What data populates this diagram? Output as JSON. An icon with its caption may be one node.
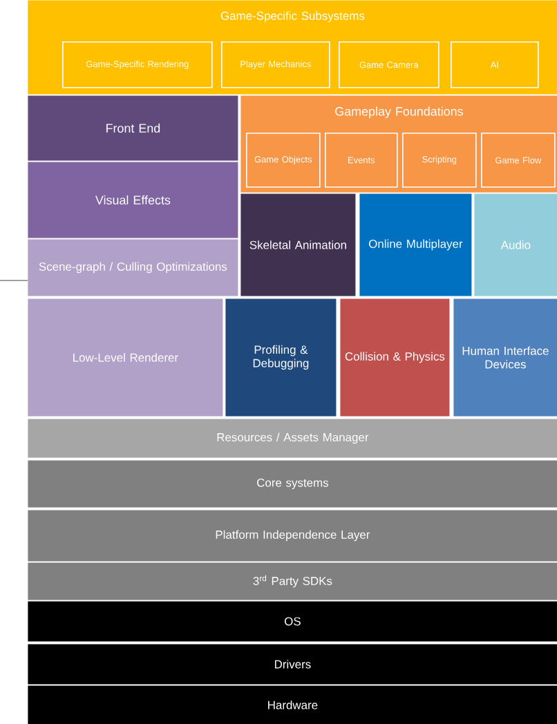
{
  "diagram": {
    "nodes": [
      {
        "text": [
          "Game-Specific Subsystems"
        ]
      },
      {
        "text": [
          "Game-Specific Rendering"
        ],
        "in": 0
      },
      {
        "text": [
          "Player Mechanics"
        ],
        "in": 0
      },
      {
        "text": [
          "Game Camera"
        ],
        "in": 0
      },
      {
        "text": [
          "AI"
        ],
        "in": 0
      },
      {
        "text": [
          "Front End"
        ]
      },
      {
        "text": [
          "Gameplay Foundations"
        ]
      },
      {
        "text": [
          "Game Objects"
        ],
        "in": 6
      },
      {
        "text": [
          "Events"
        ],
        "in": 6
      },
      {
        "text": [
          "Scripting"
        ],
        "in": 6
      },
      {
        "text": [
          "Game Flow"
        ],
        "in": 6
      },
      {
        "text": [
          "Visual Effects"
        ]
      },
      {
        "text": [
          "Scene-graph / Culling Optimizations"
        ]
      },
      {
        "text": [
          "Skeletal Animation"
        ]
      },
      {
        "text": [
          "Online Multiplayer"
        ]
      },
      {
        "text": [
          "Audio"
        ]
      },
      {
        "text": [
          "Low-Level Renderer"
        ]
      },
      {
        "text": [
          "Profiling & Debugging"
        ]
      },
      {
        "text": [
          "Collision & Physics"
        ]
      },
      {
        "text": [
          "Human Interface Devices"
        ]
      },
      {
        "text": [
          "Resources / Assets Manager"
        ]
      },
      {
        "text": [
          "Core systems"
        ]
      },
      {
        "text": [
          "Platform Independence Layer"
        ]
      },
      {
        "text": [
          "3$^{rd}$ Party SDKs"
        ]
      },
      {
        "text": [
          "OS"
        ]
      },
      {
        "text": [
          "Drivers"
        ]
      },
      {
        "text": [
          "Hardware"
        ]
      }
    ]
  }
}
